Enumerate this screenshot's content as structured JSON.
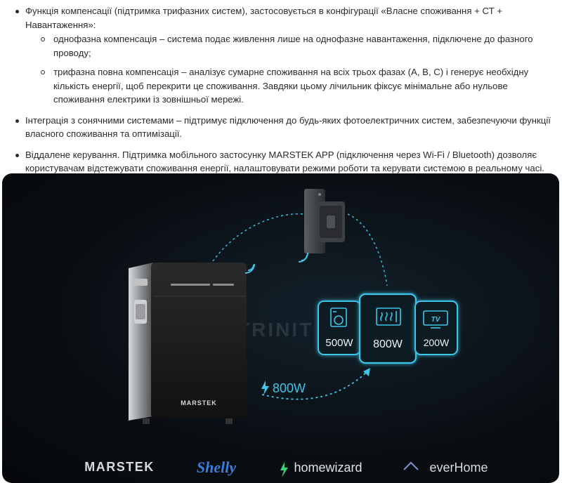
{
  "list": {
    "item1": {
      "text": "Функція компенсації (підтримка трифазних систем), застосовується в конфігурації «Власне споживання + СТ + Навантаження»:",
      "sub": [
        "однофазна компенсація – система подає живлення лише на однофазне навантаження, підключене до фазного проводу;",
        "трифазна повна компенсація – аналізує сумарне споживання на всіх трьох фазах (A, B, C) і генерує необхідну кількість енергії, щоб перекрити це споживання. Завдяки цьому лічильник фіксує мінімальне або нульове споживання електрики із зовнішньої мережі."
      ]
    },
    "item2": "Інтеграція з сонячними системами – підтримує підключення до будь-яких фотоелектричних систем, забезпечуючи функції власного споживання та оптимізації.",
    "item3": "Віддалене керування. Підтримка мобільного застосунку MARSTEK APP (підключення через Wi-Fi / Bluetooth) дозволяє користувачам відстежувати споживання енергії, налаштовувати режими роботи та керувати системою в реальному часі."
  },
  "banner": {
    "device_brand": "MARSTEK",
    "flow_label": "800W",
    "watermark": "TRINIT",
    "loads": [
      {
        "icon": "washing-machine-icon",
        "value": "500W"
      },
      {
        "icon": "microwave-icon",
        "value": "800W"
      },
      {
        "icon": "tv-icon",
        "value": "200W",
        "icon_text": "TV"
      }
    ],
    "logos": [
      "MARSTEK",
      "Shelly",
      "homewizard",
      "everHome"
    ],
    "accent": "#3cc6e8"
  }
}
